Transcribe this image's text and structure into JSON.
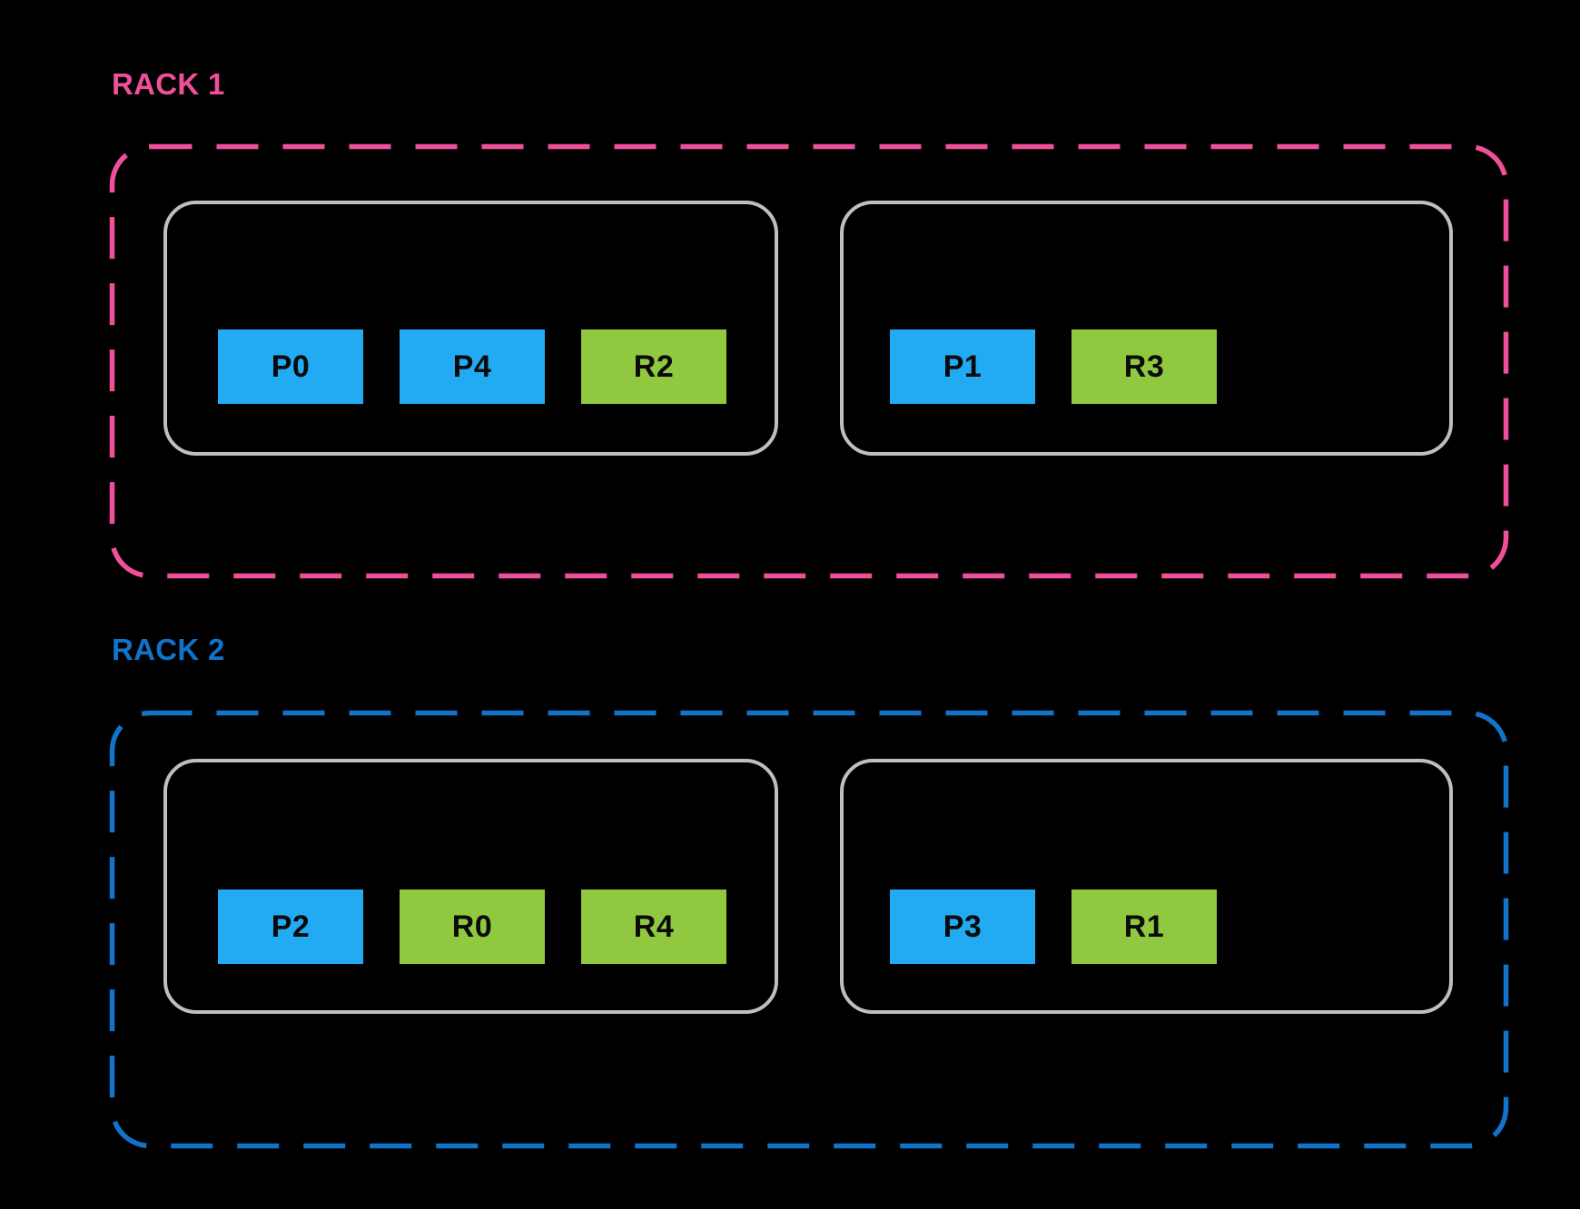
{
  "colors": {
    "background": "#000000",
    "rack1_accent": "#F0509B",
    "rack2_accent": "#1173C9",
    "partition_block_blue": "#22AAF2",
    "replica_block_green": "#90C83F",
    "node_box_border_gray": "#BFBFBF",
    "block_text": "#0A0A0A"
  },
  "racks": [
    {
      "label": "RACK 1",
      "accent": "#F0509B",
      "nodes": [
        {
          "blocks": [
            {
              "label": "P0",
              "color": "blue"
            },
            {
              "label": "P4",
              "color": "blue"
            },
            {
              "label": "R2",
              "color": "green"
            }
          ]
        },
        {
          "blocks": [
            {
              "label": "P1",
              "color": "blue"
            },
            {
              "label": "R3",
              "color": "green"
            }
          ]
        }
      ]
    },
    {
      "label": "RACK 2",
      "accent": "#1173C9",
      "nodes": [
        {
          "blocks": [
            {
              "label": "P2",
              "color": "blue"
            },
            {
              "label": "R0",
              "color": "green"
            },
            {
              "label": "R4",
              "color": "green"
            }
          ]
        },
        {
          "blocks": [
            {
              "label": "P3",
              "color": "blue"
            },
            {
              "label": "R1",
              "color": "green"
            }
          ]
        }
      ]
    }
  ]
}
